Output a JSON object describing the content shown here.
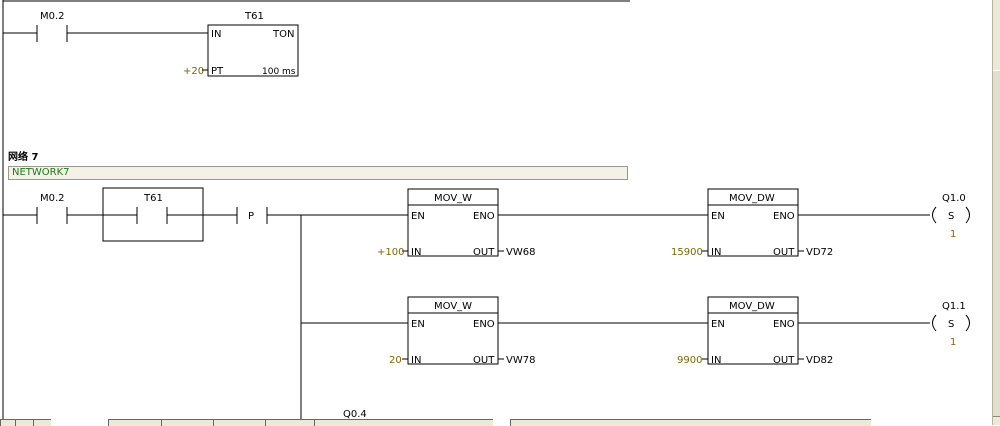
{
  "network6": {
    "contact_m02": "M0.2",
    "timer": {
      "name": "T61",
      "type": "TON",
      "in_pin": "IN",
      "pt_pin": "PT",
      "pt_value": "+20",
      "resolution": "100 ms"
    }
  },
  "network7": {
    "title": "网络 7",
    "comment": "NETWORK7",
    "contact_m02": "M0.2",
    "contact_t61": "T61",
    "edge": "P",
    "blocks": [
      {
        "name": "MOV_W",
        "en": "EN",
        "eno": "ENO",
        "in_pin": "IN",
        "out_pin": "OUT",
        "in_val": "+100",
        "out_val": "VW68"
      },
      {
        "name": "MOV_DW",
        "en": "EN",
        "eno": "ENO",
        "in_pin": "IN",
        "out_pin": "OUT",
        "in_val": "15900",
        "out_val": "VD72"
      },
      {
        "name": "MOV_W",
        "en": "EN",
        "eno": "ENO",
        "in_pin": "IN",
        "out_pin": "OUT",
        "in_val": "20",
        "out_val": "VW78"
      },
      {
        "name": "MOV_DW",
        "en": "EN",
        "eno": "ENO",
        "in_pin": "IN",
        "out_pin": "OUT",
        "in_val": "9900",
        "out_val": "VD82"
      }
    ],
    "coils": [
      {
        "addr": "Q1.0",
        "type": "S",
        "count": "1"
      },
      {
        "addr": "Q1.1",
        "type": "S",
        "count": "1"
      }
    ],
    "next_label": "Q0.4"
  },
  "colors": {
    "value_text": "#7a6a00",
    "comment_text": "#1a7a1a",
    "comment_bg": "#f4f2e6"
  }
}
